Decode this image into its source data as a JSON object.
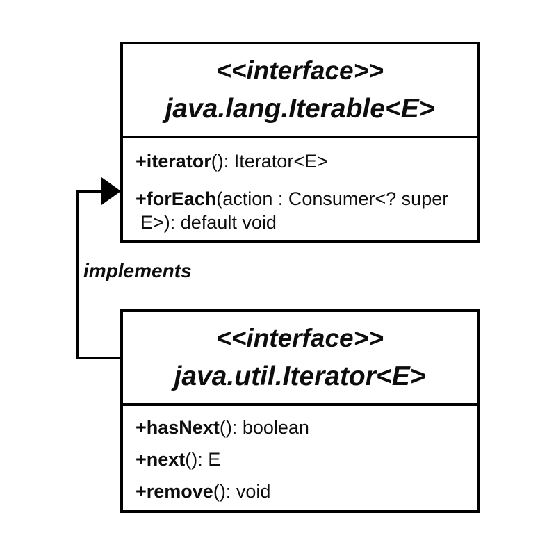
{
  "diagram": {
    "kind": "uml-class-diagram",
    "classes": [
      {
        "stereotype": "<<interface>>",
        "name": "java.lang.Iterable<E>",
        "methods": [
          {
            "bold": "+iterator",
            "rest": "(): Iterator<E>"
          },
          {
            "bold": "+forEach",
            "rest": "(action : Consumer<? super E>): default void"
          }
        ]
      },
      {
        "stereotype": "<<interface>>",
        "name": "java.util.Iterator<E>",
        "methods": [
          {
            "bold": "+hasNext",
            "rest": "(): boolean"
          },
          {
            "bold": "+next",
            "rest": "(): E"
          },
          {
            "bold": "+remove",
            "rest": "(): void"
          }
        ]
      }
    ],
    "relationship": {
      "label": "implements"
    },
    "colors": {
      "background": "#ffffff",
      "stroke": "#000000",
      "text": "#0d0d0d"
    }
  }
}
